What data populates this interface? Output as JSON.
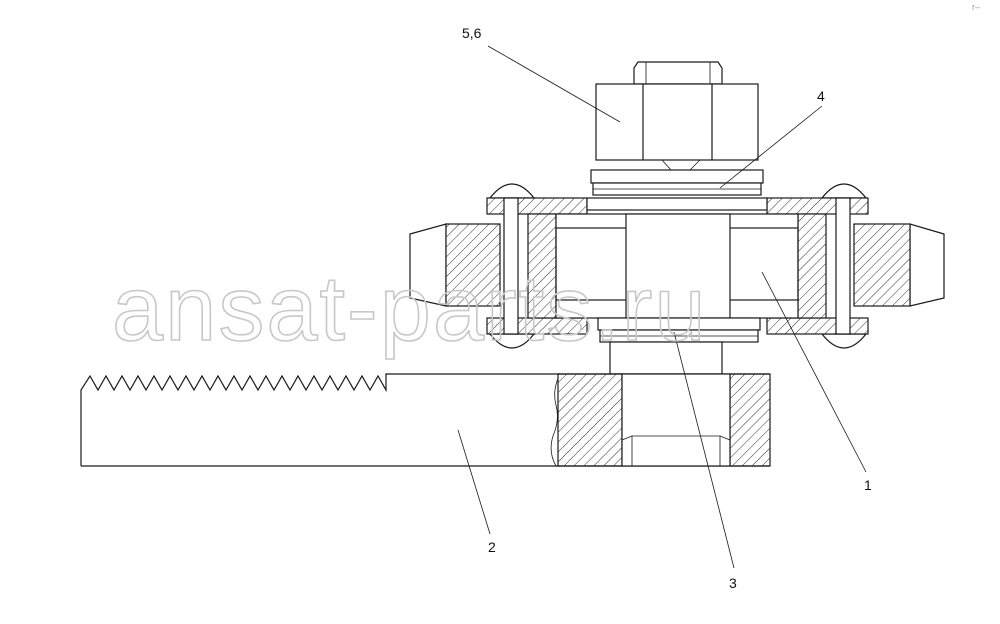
{
  "drawing": {
    "labels": {
      "l56": "5,6",
      "l4": "4",
      "l1": "1",
      "l2": "2",
      "l3": "3"
    },
    "watermark": "ansat-parts.ru",
    "corner_mark": "r–"
  }
}
